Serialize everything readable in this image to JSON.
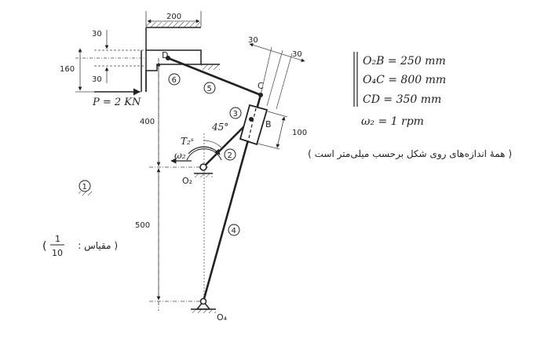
{
  "dimensions": {
    "slider_width": "200",
    "top_offset": "30",
    "bottom_offset": "30",
    "total_height": "160",
    "upper_vertical": "400",
    "lower_vertical": "500",
    "offset_c_1": "30",
    "offset_c_2": "30",
    "block_length": "100"
  },
  "load": {
    "label": "P = 2 KN"
  },
  "angle": {
    "label": "45°"
  },
  "torque": {
    "label": "T₂ˢ"
  },
  "omega_label": "ω₂",
  "points": {
    "D": "D",
    "C": "C",
    "B": "B",
    "O2": "O₂",
    "O4": "O₄"
  },
  "links": {
    "frame": "1",
    "crank": "2",
    "block": "3",
    "rocker": "4",
    "coupler": "5",
    "slider": "6"
  },
  "specs": {
    "o2b": "O₂B = 250 mm",
    "o4c": "O₄C = 800 mm",
    "cd": "CD = 350 mm",
    "omega": "ω₂ = 1 rpm"
  },
  "notes": {
    "all_dims_mm": "( همهٔ اندازه‌های روی شکل برحسب میلی‌متر است )",
    "scale_label": "( مقیاس :",
    "scale_num": "1",
    "scale_den": "10"
  }
}
